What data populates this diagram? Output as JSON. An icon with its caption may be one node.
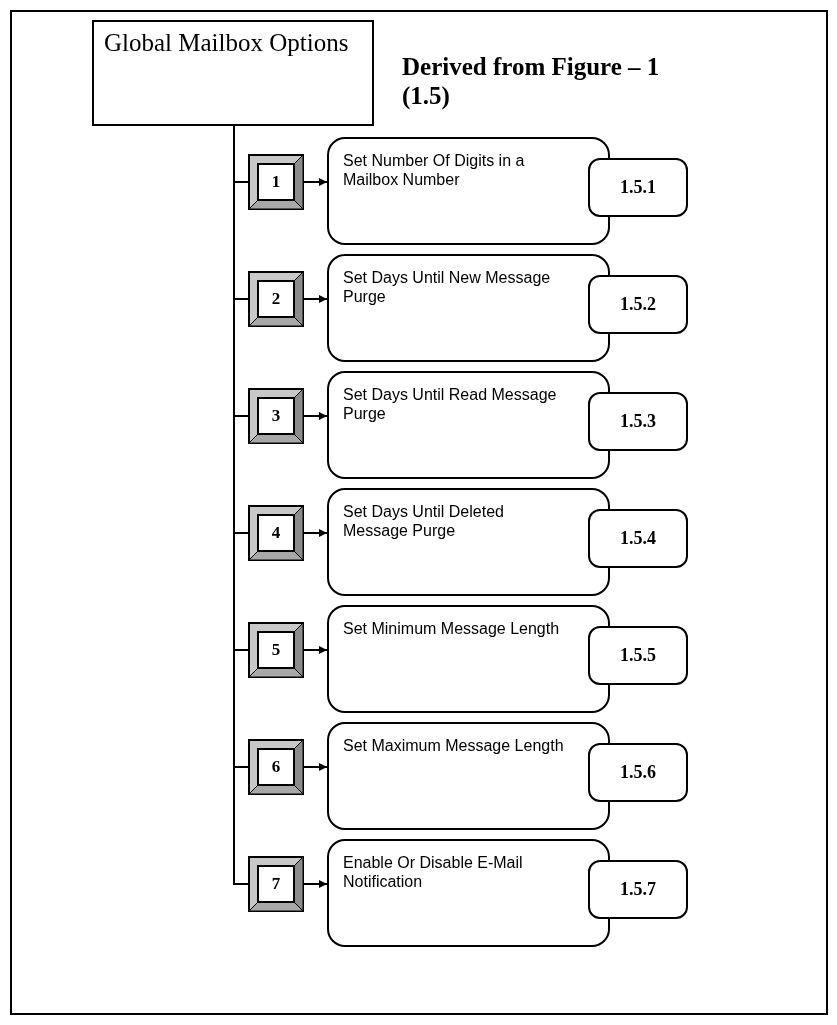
{
  "diagram": {
    "title": "Derived from Figure – 1 (1.5)",
    "nodes": [
      {
        "text": [
          "Global Mailbox Options"
        ]
      },
      {
        "text": [
          "1"
        ]
      },
      {
        "text": [
          "Set Number Of Digits in a Mailbox Number"
        ]
      },
      {
        "text": [
          "1.5.1"
        ]
      },
      {
        "text": [
          "2"
        ]
      },
      {
        "text": [
          "Set Days Until New Message Purge"
        ]
      },
      {
        "text": [
          "1.5.2"
        ]
      },
      {
        "text": [
          "3"
        ]
      },
      {
        "text": [
          "Set Days Until Read Message Purge"
        ]
      },
      {
        "text": [
          "1.5.3"
        ]
      },
      {
        "text": [
          "4"
        ]
      },
      {
        "text": [
          "Set Days Until Deleted Message Purge"
        ]
      },
      {
        "text": [
          "1.5.4"
        ]
      },
      {
        "text": [
          "5"
        ]
      },
      {
        "text": [
          "Set Minimum Message Length"
        ]
      },
      {
        "text": [
          "1.5.5"
        ]
      },
      {
        "text": [
          "6"
        ]
      },
      {
        "text": [
          "Set Maximum Message Length"
        ]
      },
      {
        "text": [
          "1.5.6"
        ]
      },
      {
        "text": [
          "7"
        ]
      },
      {
        "text": [
          "Enable Or Disable E-Mail Notification"
        ]
      },
      {
        "text": [
          "1.5.7"
        ]
      }
    ],
    "edges": [
      {
        "from": 0,
        "to": 1,
        "arrow": "none"
      },
      {
        "from": 1,
        "to": 2,
        "arrow": "to"
      },
      {
        "from": 0,
        "to": 4,
        "arrow": "none"
      },
      {
        "from": 4,
        "to": 5,
        "arrow": "to"
      },
      {
        "from": 0,
        "to": 7,
        "arrow": "none"
      },
      {
        "from": 7,
        "to": 8,
        "arrow": "to"
      },
      {
        "from": 0,
        "to": 10,
        "arrow": "none"
      },
      {
        "from": 10,
        "to": 11,
        "arrow": "to"
      },
      {
        "from": 0,
        "to": 13,
        "arrow": "none"
      },
      {
        "from": 13,
        "to": 14,
        "arrow": "to"
      },
      {
        "from": 0,
        "to": 16,
        "arrow": "none"
      },
      {
        "from": 16,
        "to": 17,
        "arrow": "to"
      },
      {
        "from": 0,
        "to": 19,
        "arrow": "none"
      },
      {
        "from": 19,
        "to": 20,
        "arrow": "to"
      }
    ]
  }
}
